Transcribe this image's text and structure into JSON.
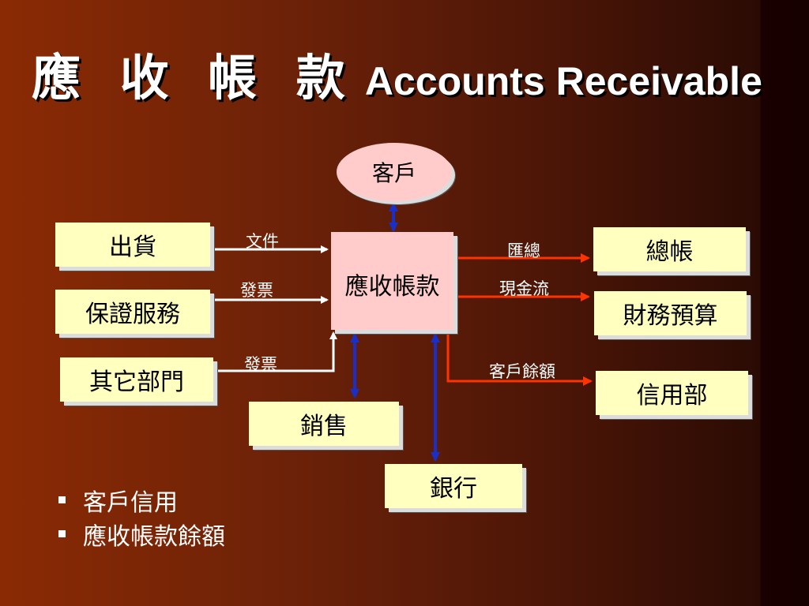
{
  "title": {
    "cjk": "應 收 帳 款",
    "en": "Accounts Receivable"
  },
  "diagram": {
    "customer": "客戶",
    "center": "應收帳款",
    "inputs": [
      {
        "label": "出貨",
        "flow": "文件"
      },
      {
        "label": "保證服務",
        "flow": "發票"
      },
      {
        "label": "其它部門",
        "flow": "發票"
      }
    ],
    "outputs": [
      {
        "label": "總帳",
        "flow": "匯總"
      },
      {
        "label": "財務預算",
        "flow": "現金流"
      },
      {
        "label": "信用部",
        "flow": "客戶餘額"
      }
    ],
    "sales": "銷售",
    "bank": "銀行"
  },
  "bullets": [
    "客戶信用",
    "應收帳款餘額"
  ],
  "colors": {
    "box_fill": "#ffffc0",
    "center_fill": "#ffcbcb",
    "arrow_white": "#ffffff",
    "arrow_red": "#ff3300",
    "arrow_blue": "#1a2fc8"
  }
}
